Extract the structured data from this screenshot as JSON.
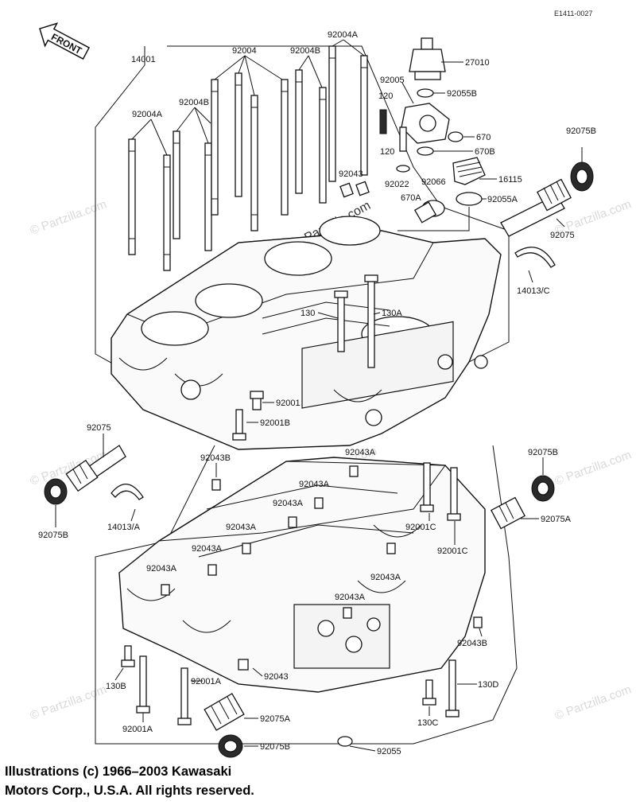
{
  "diagram": {
    "ref_code": "E1411-0027",
    "front_label": "FRONT",
    "watermark": "© Partzilla.com",
    "copyright_lines": [
      "Illustrations (c) 1966–2003 Kawasaki",
      "Motors Corp., U.S.A.  All rights reserved."
    ],
    "labels": {
      "p14001": "14001",
      "p92004": "92004",
      "p92004A_top": "92004A",
      "p92004B_top": "92004B",
      "p92004B_left": "92004B",
      "p92004A_left": "92004A",
      "p120a": "120",
      "p120b": "120",
      "p92005": "92005",
      "p27010": "27010",
      "p92055B": "92055B",
      "p670": "670",
      "p670B": "670B",
      "p92043_top": "92043",
      "p92022": "92022",
      "p92066": "92066",
      "p16115": "16115",
      "p670A": "670A",
      "p92055A": "92055A",
      "p92075B_tr": "92075B",
      "p92075_r": "92075",
      "p14013C": "14013/C",
      "p130": "130",
      "p130A": "130A",
      "p92001": "92001",
      "p92001B": "92001B",
      "p92075_l": "92075",
      "p92075B_l": "92075B",
      "p14013A": "14013/A",
      "p92043B_l": "92043B",
      "p92043A_1": "92043A",
      "p92043A_2": "92043A",
      "p92043A_3": "92043A",
      "p92043A_4": "92043A",
      "p92043A_5": "92043A",
      "p92043A_6": "92043A",
      "p92043A_7": "92043A",
      "p92043A_8": "92043A",
      "p92001C_1": "92001C",
      "p92001C_2": "92001C",
      "p92075B_r": "92075B",
      "p92075A_r": "92075A",
      "p92043B_r": "92043B",
      "p130B": "130B",
      "p92001A_1": "92001A",
      "p92001A_2": "92001A",
      "p92043_bot": "92043",
      "p130D": "130D",
      "p130C": "130C",
      "p92075A_b": "92075A",
      "p92075B_b": "92075B",
      "p92055": "92055"
    }
  }
}
